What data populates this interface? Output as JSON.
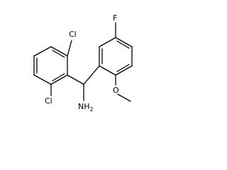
{
  "molecule": {
    "atoms": {
      "cl_top": "Cl",
      "cl_bottom": "Cl",
      "fluorine": "F",
      "amine": "NH2",
      "methoxy_o": "O"
    },
    "colors": {
      "bond": "#000000",
      "label": "#000000",
      "background": "#ffffff"
    }
  }
}
